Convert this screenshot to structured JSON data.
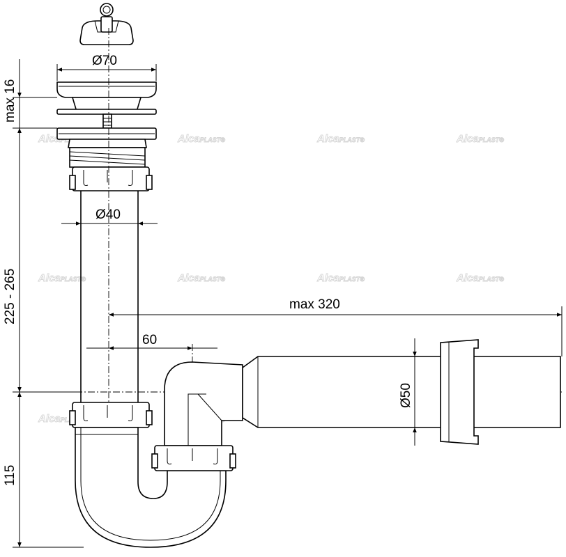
{
  "dimensions": {
    "stopper_diameter": "Ø70",
    "pipe_diameter": "Ø40",
    "outlet_diameter": "Ø50",
    "sink_thickness": "max 16",
    "tail_height": "225 - 265",
    "trap_depth": "115",
    "outlet_length": "max 320",
    "offset": "60"
  },
  "watermark": {
    "brand_part1": "Alca",
    "brand_part2": "PLAST",
    "mark": "®"
  }
}
